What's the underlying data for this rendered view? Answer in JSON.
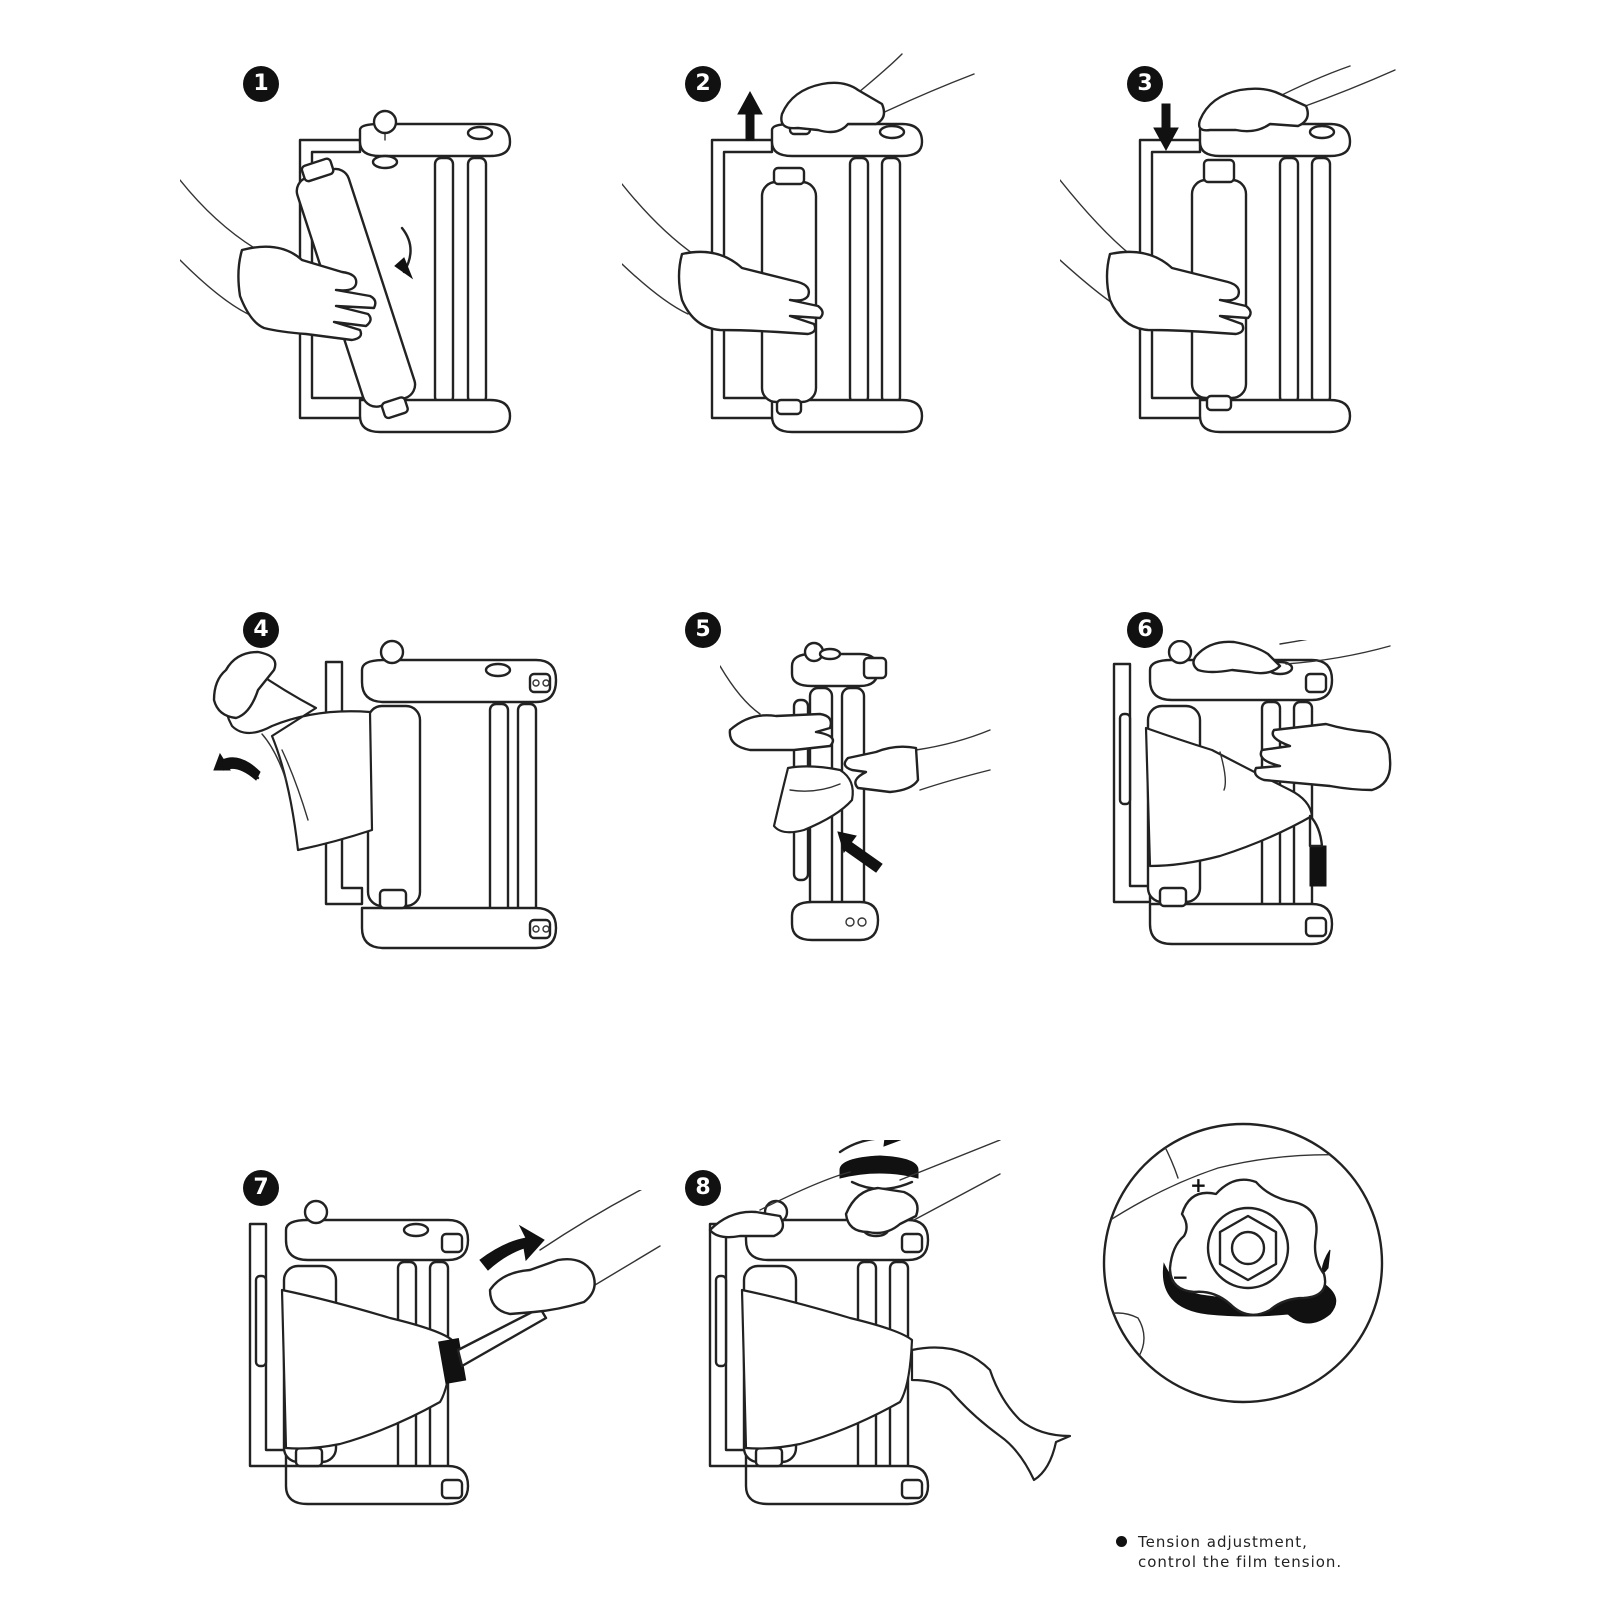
{
  "steps": [
    {
      "number": "1"
    },
    {
      "number": "2"
    },
    {
      "number": "3"
    },
    {
      "number": "4"
    },
    {
      "number": "5"
    },
    {
      "number": "6"
    },
    {
      "number": "7"
    },
    {
      "number": "8"
    }
  ],
  "caption": {
    "line1": "Tension adjustment,",
    "line2": "control the film tension."
  },
  "knob": {
    "plus_label": "+",
    "minus_label": "−"
  }
}
